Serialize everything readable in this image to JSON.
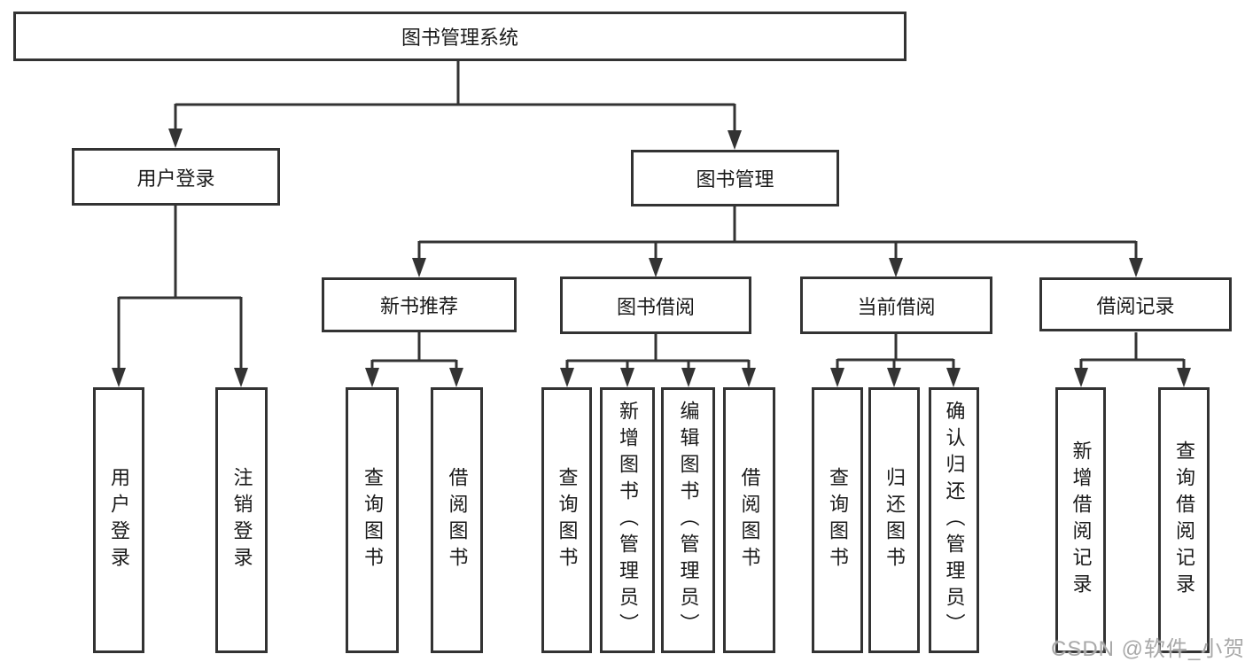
{
  "diagram": {
    "root": {
      "label": "图书管理系统"
    },
    "branches": [
      {
        "label": "用户登录"
      },
      {
        "label": "图书管理"
      }
    ],
    "modules": [
      {
        "label": "新书推荐"
      },
      {
        "label": "图书借阅"
      },
      {
        "label": "当前借阅"
      },
      {
        "label": "借阅记录"
      }
    ],
    "leaves": [
      {
        "label": "用户登录"
      },
      {
        "label": "注销登录"
      },
      {
        "label": "查询图书"
      },
      {
        "label": "借阅图书"
      },
      {
        "label": "查询图书"
      },
      {
        "label": "新增图书（管理员）"
      },
      {
        "label": "编辑图书（管理员）"
      },
      {
        "label": "借阅图书"
      },
      {
        "label": "查询图书"
      },
      {
        "label": "归还图书"
      },
      {
        "label": "确认归还（管理员）"
      },
      {
        "label": "新增借阅记录"
      },
      {
        "label": "查询借阅记录"
      }
    ],
    "watermark": "CSDN @软件_小贺同学",
    "colors": {
      "line": "#333333",
      "text": "#1a1a1a",
      "background": "#ffffff",
      "watermark": "#a9a9a9"
    }
  }
}
